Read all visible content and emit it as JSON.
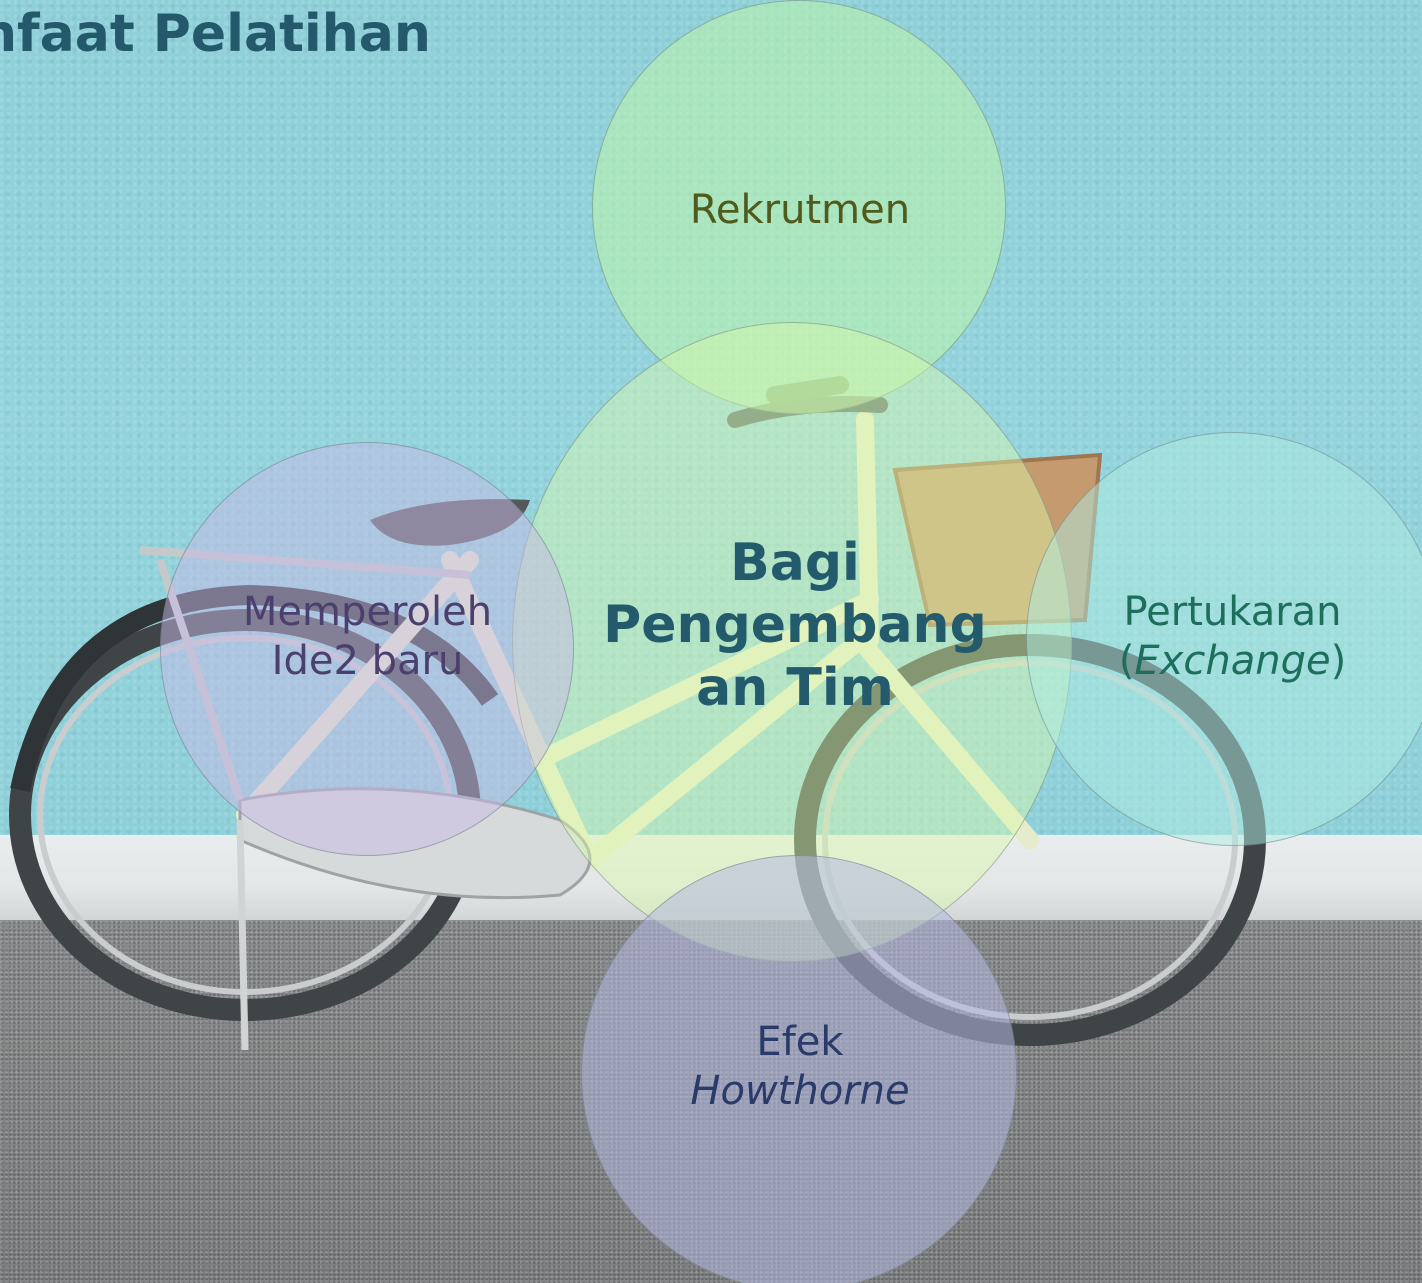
{
  "title": "nfaat Pelatihan",
  "nodes": {
    "center": {
      "lines": [
        "Bagi",
        "Pengembang",
        "an Tim"
      ]
    },
    "top": {
      "text": "Rekrutmen"
    },
    "left": {
      "lines": [
        "Memperoleh",
        "Ide2 baru"
      ]
    },
    "right": {
      "line1": "Pertukaran",
      "line2_open": "(",
      "line2_italic": "Exchange",
      "line2_close": ")"
    },
    "bottom": {
      "line1": "Efek",
      "line2": "Howthorne"
    }
  },
  "colors": {
    "title": "#23596a",
    "center_text": "#235b6c",
    "top_text": "#4f5a1c",
    "left_text": "#4b3f6e",
    "right_text": "#1e6e5c",
    "bottom_text": "#2a3a6a"
  }
}
